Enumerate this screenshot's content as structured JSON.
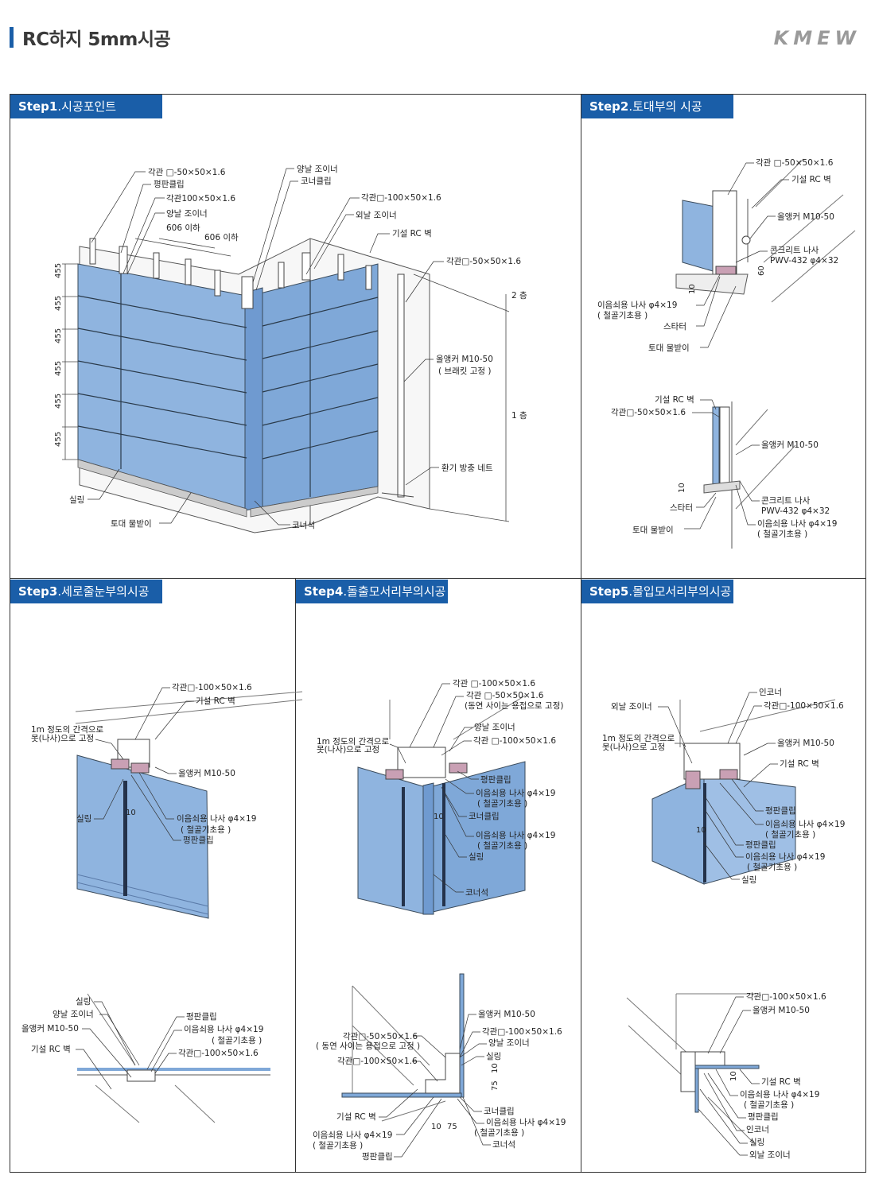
{
  "header": {
    "title": "RC하지 5mm시공",
    "logo": "KMEW"
  },
  "steps": {
    "s1": {
      "num": "Step1",
      "name": ".시공포인트"
    },
    "s2": {
      "num": "Step2",
      "name": ".토대부의 시공"
    },
    "s3": {
      "num": "Step3",
      "name": ".세로줄눈부의시공"
    },
    "s4": {
      "num": "Step4",
      "name": ".돌출모서리부의시공"
    },
    "s5": {
      "num": "Step5",
      "name": ".몰입모서리부의시공"
    }
  },
  "s1": {
    "l1": "각관 □-50×50×1.6",
    "l2": "평판클립",
    "l3": "각관100×50×1.6",
    "l4": "양날 조이너",
    "l5": "606 이하",
    "l6": "606 이하",
    "l7": "양날 조이너",
    "l8": "코너클립",
    "l9": "각관□-100×50×1.6",
    "l10": "외날 조이너",
    "l11": "기설 RC 벽",
    "l12": "각관□-50×50×1.6",
    "l13": "2 층",
    "l14": "올앵커  M10-50",
    "l15": "( 브래킷 고정 )",
    "l16": "1 층",
    "l17": "환기 방충 네트",
    "l18": "실링",
    "l19": "토대 물받이",
    "l20": "코너석",
    "d1": "455",
    "d2": "455",
    "d3": "455",
    "d4": "455",
    "d5": "455",
    "d6": "455"
  },
  "s2": {
    "l1": "각관 □-50×50×1.6",
    "l2": "기설 RC 벽",
    "l3": "올앵커 M10-50",
    "l4": "콘크리트 나사",
    "l5": "PWV-432  φ4×32",
    "l6": "이음쇠용 나사  φ4×19",
    "l7": "( 철골기초용 )",
    "l8": "스타터",
    "l9": "토대 물받이",
    "d1": "60",
    "d2": "10",
    "m1": "기설 RC 벽",
    "m2": "각관□-50×50×1.6",
    "m3": "올앵커 M10-50",
    "m4": "콘크리트 나사",
    "m5": "PWV-432  φ4×32",
    "m6": "이음쇠용 나사  φ4×19",
    "m7": "( 철골기초용 )",
    "m8": "스타터",
    "m9": "토대 물받이",
    "md": "10"
  },
  "s3": {
    "l1": "각관□-100×50×1.6",
    "l2": "기설 RC 벽",
    "l3": "1m 정도의 간격으로",
    "l4": "못(나사)으로 고정",
    "l5": "올앵커 M10-50",
    "l6": "실링",
    "l7": "이음쇠용 나사  φ4×19",
    "l8": "( 철골기초용 )",
    "l9": "평판클립",
    "d1": "10",
    "b1": "실링",
    "b2": "양날 조이너",
    "b3": "올앵커 M10-50",
    "b4": "기설 RC 벽",
    "b5": "평판클립",
    "b6": "이음쇠용 나사  φ4×19",
    "b7": "( 철골기초용 )",
    "b8": "각관□-100×50×1.6"
  },
  "s4": {
    "l1": "각관 □-100×50×1.6",
    "l2": "각관 □-50×50×1.6",
    "l3": "(동연 사이는 용접으로 고정)",
    "l4": "1m 정도의 간격으로",
    "l5": "못(나사)으로 고정",
    "l6": "양날 조이너",
    "l7": "각관 □-100×50×1.6",
    "l8": "평판클립",
    "l9": "이음쇠용 나사  φ4×19",
    "l10": "( 철골기초용 )",
    "l11": "코너클립",
    "l12": "이음쇠용 나사  φ4×19",
    "l13": "( 철골기초용 )",
    "l14": "실링",
    "l15": "코너석",
    "d1": "10",
    "b1": "올앵커 M10-50",
    "b2": "각관□-50×50×1.6",
    "b3": "( 동연 사이는 용접으로 고정 )",
    "b4": "각관□-100×50×1.6",
    "b5": "양날 조이너",
    "b6": "실링",
    "b7": "각관□-100×50×1.6",
    "b8": "기설 RC 벽",
    "b9": "이음쇠용 나사  φ4×19",
    "b10": "( 철골기초용 )",
    "b11": "평판클립",
    "b12": "코너클립",
    "b13": "이음쇠용 나사  φ4×19",
    "b14": "( 철골기초용 )",
    "b15": "코너석",
    "bd1": "10",
    "bd2": "75",
    "bd3": "10",
    "bd4": "75"
  },
  "s5": {
    "l1": "인코너",
    "l2": "외날 조이너",
    "l3": "각관□-100×50×1.6",
    "l4": "1m 정도의 간격으로",
    "l5": "못(나사)으로 고정",
    "l6": "올앵커 M10-50",
    "l7": "기설 RC 벽",
    "l8": "평판클립",
    "l9": "이음쇠용 나사  φ4×19",
    "l10": "( 철골기초용 )",
    "l11": "평판클립",
    "l12": "이음쇠용 나사  φ4×19",
    "l13": "( 철골기초용 )",
    "l14": "실링",
    "d1": "10",
    "b1": "각관□-100×50×1.6",
    "b2": "올앵커 M10-50",
    "b3": "기설 RC 벽",
    "b4": "이음쇠용 나사  φ4×19",
    "b5": "( 철골기초용 )",
    "b6": "평판클립",
    "b7": "인코너",
    "b8": "실링",
    "b9": "외날 조이너",
    "bd1": "10"
  },
  "colors": {
    "accent": "#1a5ea8",
    "panel": "#8fb4df",
    "panel_dark": "#6f9ad0"
  }
}
